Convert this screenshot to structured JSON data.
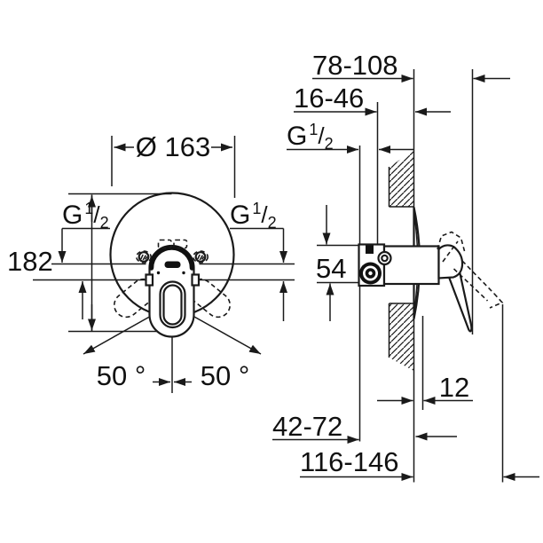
{
  "drawing": {
    "title": "Concealed single-lever mixer installation drawing",
    "colors": {
      "line": "#1a1a1a",
      "background": "#ffffff"
    }
  },
  "thread_label": {
    "base": "G",
    "sup": "1",
    "slash": "/",
    "sub": "2"
  },
  "front_view": {
    "diameter": "Ø 163",
    "height": "182",
    "angle_left": "50 °",
    "angle_right": "50 °"
  },
  "side_view": {
    "depth_range": "78-108",
    "rough_in_range": "16-46",
    "body_height": "54",
    "plate_thickness": "12",
    "wall_depth_range": "42-72",
    "total_projection": "116-146"
  }
}
